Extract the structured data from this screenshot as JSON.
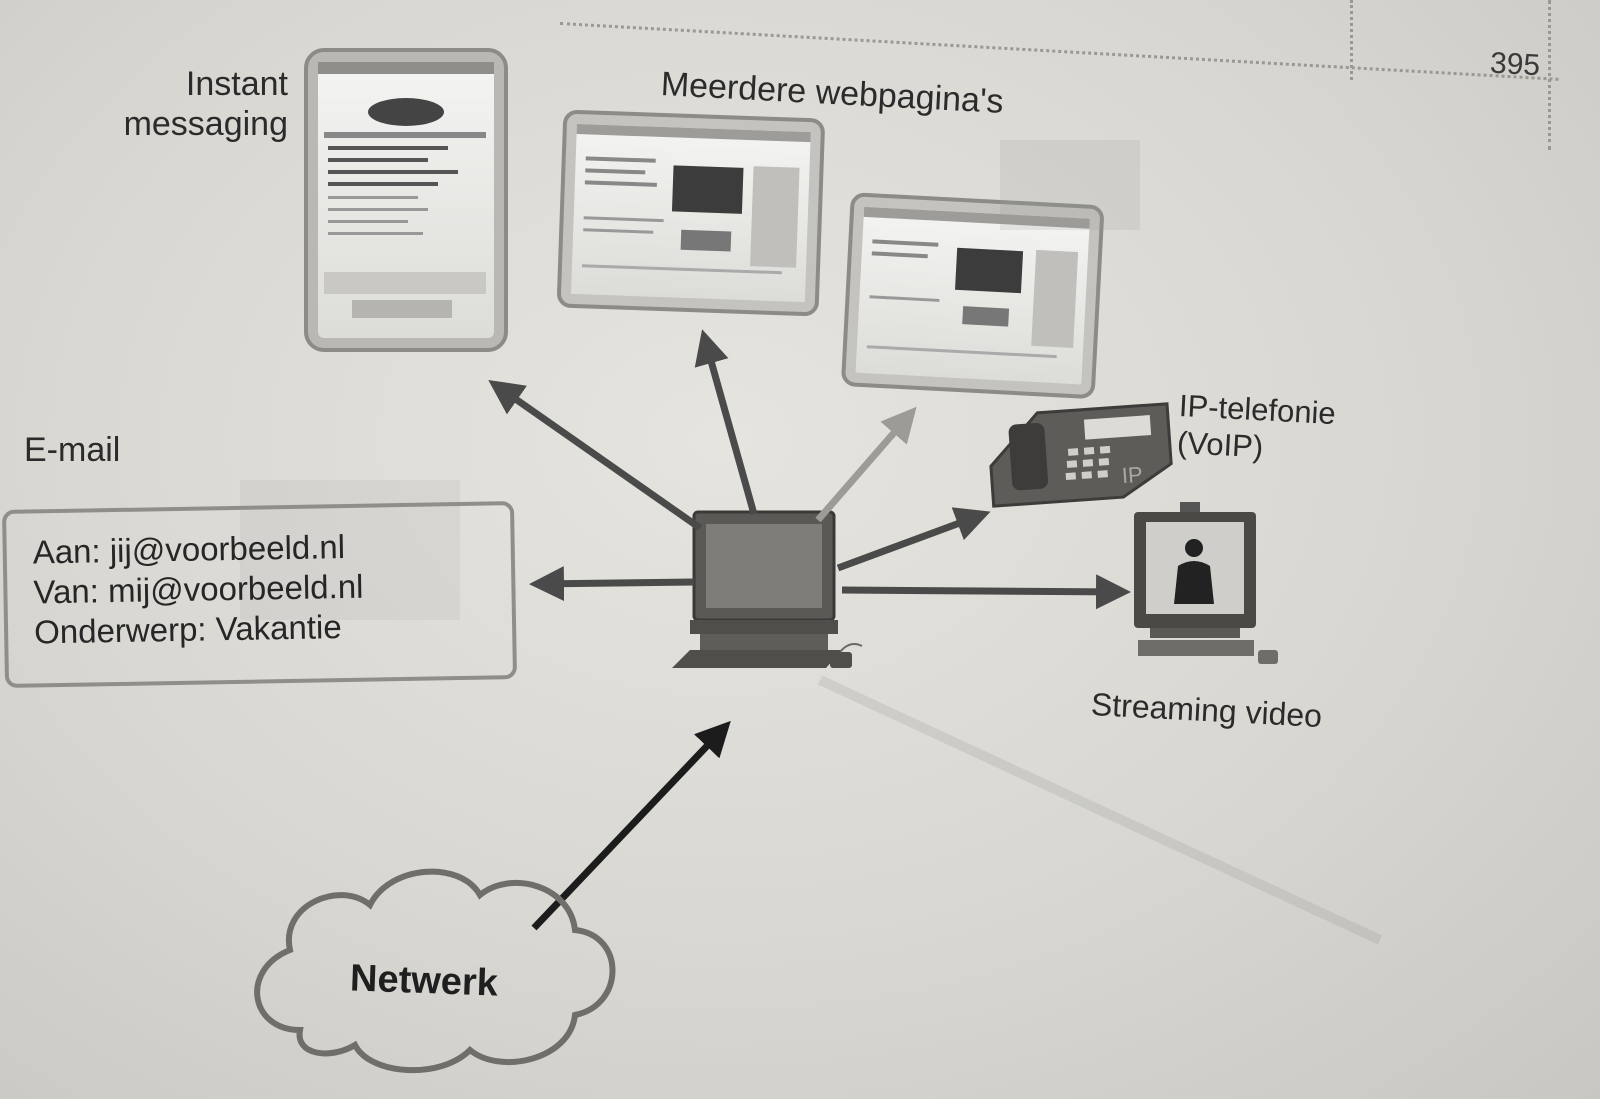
{
  "page_number": "395",
  "labels": {
    "instant_messaging": "Instant messaging",
    "web_pages": "Meerdere webpagina's",
    "voip": "IP-telefonie (VoIP)",
    "email": "E-mail",
    "streaming_video": "Streaming video",
    "network": "Netwerk"
  },
  "email": {
    "to": "Aan: jij@voorbeeld.nl",
    "from": "Van: mij@voorbeeld.nl",
    "subject": "Onderwerp: Vakantie"
  },
  "phone_badge": "IP",
  "colors": {
    "page": "#dedcd7",
    "arrow": "#4a4a4a",
    "cloud_stroke": "#6f6e6b",
    "box_stroke": "#8f8e8a",
    "text": "#2b2b2b"
  },
  "icons": {
    "im": "phone-screen-icon",
    "web": "browser-window-icon",
    "voip": "desk-phone-icon",
    "video": "video-monitor-icon",
    "pc": "computer-icon",
    "network": "cloud-icon"
  }
}
